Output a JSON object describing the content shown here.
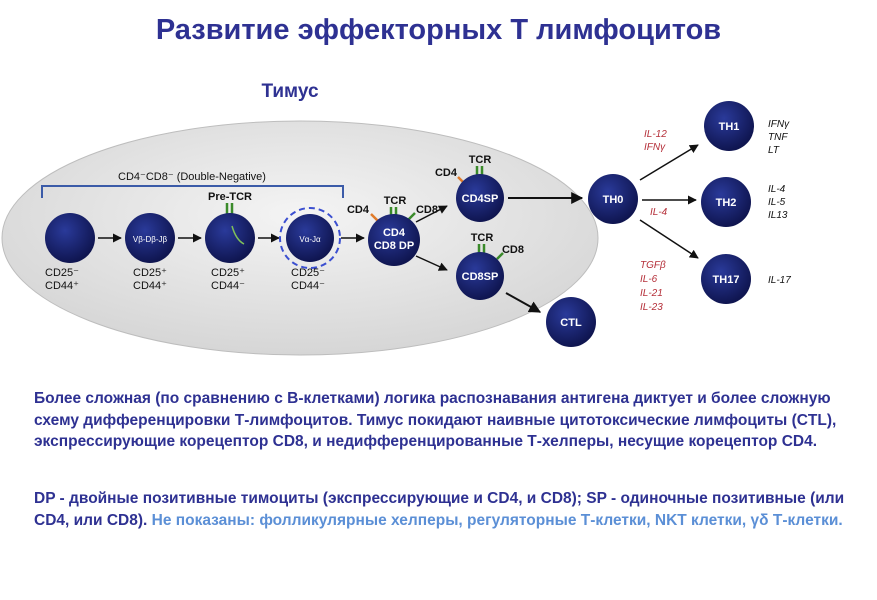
{
  "title": "Развитие эффекторных Т лимфоцитов",
  "diagram": {
    "region_label": "Тимус",
    "dn_label": "CD4⁻CD8⁻ (Double-Negative)",
    "cells": {
      "dn1_markers": [
        "CD25⁻",
        "CD44⁺"
      ],
      "dn2_label": "Vβ-Dβ-Jβ",
      "dn2_markers": [
        "CD25⁺",
        "CD44⁺"
      ],
      "dn3_label": "Pre-TCR",
      "dn3_markers": [
        "CD25⁺",
        "CD44⁻"
      ],
      "dn4_label": "Vα-Jα",
      "dn4_markers": [
        "CD25⁻",
        "CD44⁻"
      ],
      "dp_label": [
        "CD4",
        "CD8 DP"
      ],
      "dp_receptors": [
        "CD4",
        "TCR",
        "CD8"
      ],
      "cd4sp_label": "CD4SP",
      "cd4sp_receptors": [
        "CD4",
        "TCR"
      ],
      "cd8sp_label": "CD8SP",
      "cd8sp_receptors": [
        "TCR",
        "CD8"
      ],
      "ctl_label": "CTL",
      "th0_label": "TH0",
      "th1_label": "TH1",
      "th2_label": "TH2",
      "th17_label": "TH17"
    },
    "cytokines": {
      "to_th1": [
        "IL-12",
        "IFNγ"
      ],
      "to_th2": [
        "IL-4"
      ],
      "to_th17": [
        "TGFβ",
        "IL-6",
        "IL-21",
        "IL-23"
      ],
      "th1_products": [
        "IFNγ",
        "TNF",
        "LT"
      ],
      "th2_products": [
        "IL-4",
        "IL-5",
        "IL13"
      ],
      "th17_products": [
        "IL-17"
      ]
    }
  },
  "text": {
    "p1": "Более сложная (по сравнению с В-клетками) логика распознавания антигена диктует и более сложную схему дифференцировки Т-лимфоцитов. Тимус покидают наивные цитотоксические лимфоциты (CTL), экспрессирующие корецептор CD8, и недифференцированные Т-хелперы, несущие корецептор CD4.",
    "p2_main": "DP - двойные позитивные тимоциты (экспрессирующие и CD4, и CD8); SP - одиночные позитивные (или CD4, или CD8).",
    "p2_note": " Не показаны: фолликулярные хелперы, регуляторные Т-клетки, NKT клетки, γδ Т-клетки."
  },
  "colors": {
    "title": "#2e3192",
    "cell": "#1a2570",
    "cytokine_red": "#b5303a",
    "note_blue": "#5b8fd6"
  }
}
